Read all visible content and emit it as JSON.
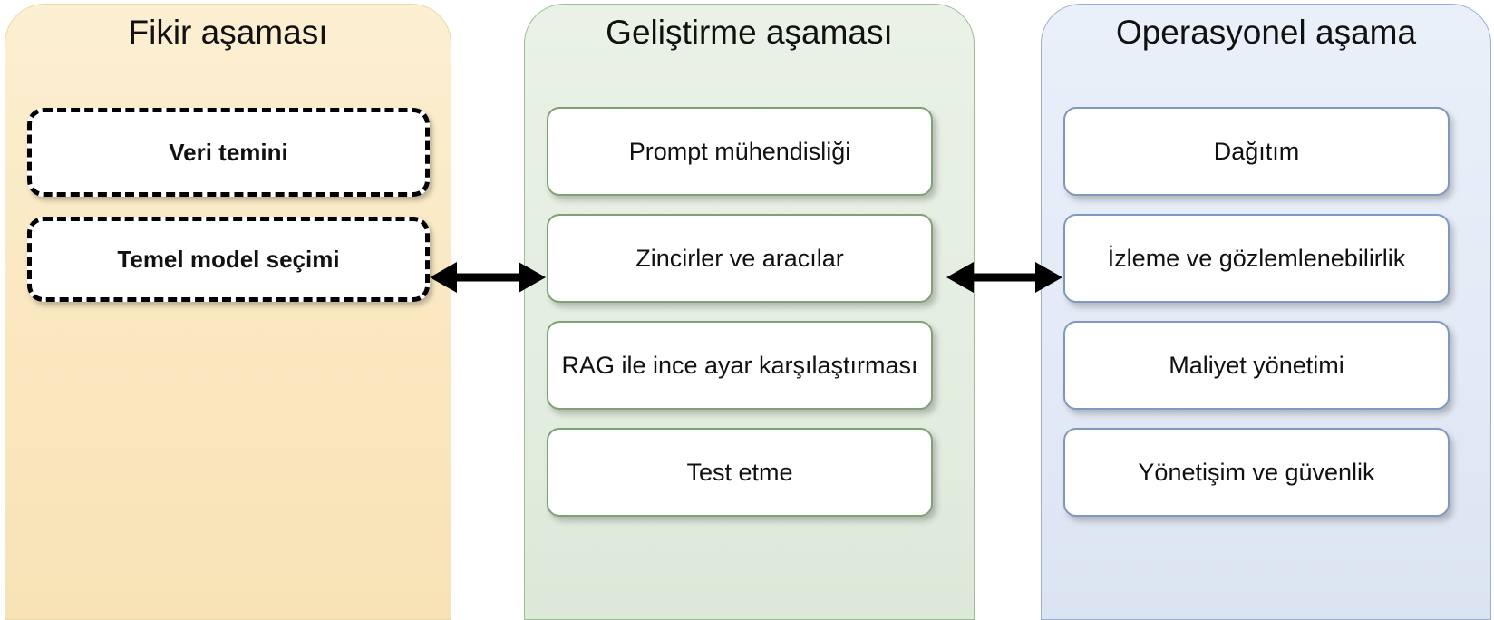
{
  "diagram": {
    "title_text": "",
    "arrow_glyph": "double-headed-arrow",
    "colors": {
      "idea_fill": "#FAEBC8",
      "idea_border": "#E8D9A8",
      "dev_fill": "#E4EDE1",
      "dev_border": "#9DBD93",
      "ops_fill": "#E3EAF5",
      "ops_border": "#9AAFD0",
      "box_fill": "#FFFFFF",
      "dashed_border": "#000000",
      "text": "#111111"
    },
    "stages": [
      {
        "id": "idea",
        "title": "Fikir aşaması",
        "style": "dashed",
        "items": [
          {
            "label": "Veri temini"
          },
          {
            "label": "Temel model seçimi"
          }
        ]
      },
      {
        "id": "development",
        "title": "Geliştirme aşaması",
        "style": "green",
        "items": [
          {
            "label": "Prompt mühendisliği"
          },
          {
            "label": "Zincirler ve aracılar"
          },
          {
            "label": "RAG ile ince ayar karşılaştırması"
          },
          {
            "label": "Test etme"
          }
        ]
      },
      {
        "id": "operational",
        "title": "Operasyonel aşama",
        "style": "blue",
        "items": [
          {
            "label": "Dağıtım"
          },
          {
            "label": "İzleme ve gözlemlenebilirlik"
          },
          {
            "label": "Maliyet yönetimi"
          },
          {
            "label": "Yönetişim ve güvenlik"
          }
        ]
      }
    ],
    "connectors": [
      {
        "id": "idea-to-development",
        "type": "bidirectional"
      },
      {
        "id": "development-to-operational",
        "type": "bidirectional"
      }
    ]
  }
}
